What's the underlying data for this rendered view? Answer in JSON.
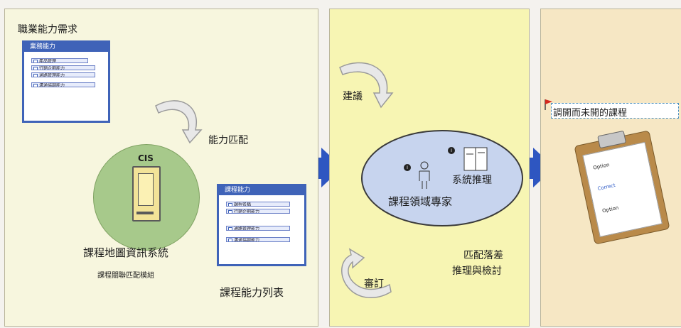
{
  "panel1": {
    "title": "職業能力需求",
    "top_card": {
      "header": "業務能力",
      "rows": [
        "產品管理",
        "行銷企劃能力",
        "通路管理能力",
        "溝通協調能力"
      ]
    },
    "match_label": "能力匹配",
    "cis": {
      "label": "CIS"
    },
    "system_name": "課程地圖資訊系統",
    "module_name": "課程關聯匹配模組",
    "bottom_card": {
      "header": "課程能力",
      "rows": [
        "課程名稱",
        "行銷企劃能力",
        "通路管理能力",
        "溝通協調能力"
      ]
    },
    "list_label": "課程能力列表"
  },
  "panel2": {
    "suggest": "建議",
    "expert": "課程領域專家",
    "inference": "系統推理",
    "revise": "審訂",
    "gap_line1": "匹配落差",
    "gap_line2": "推理與檢討"
  },
  "panel3": {
    "badge": "調開而未開的課程",
    "checklist": [
      "Option",
      "Correct",
      "Option"
    ]
  },
  "colors": {
    "panel_border": "#b9b59a",
    "blue_arrow": "#2e56c1",
    "card_blue": "#3f63b8",
    "oval_fill": "#c7d4ee",
    "cis_fill": "#a7c98b"
  }
}
